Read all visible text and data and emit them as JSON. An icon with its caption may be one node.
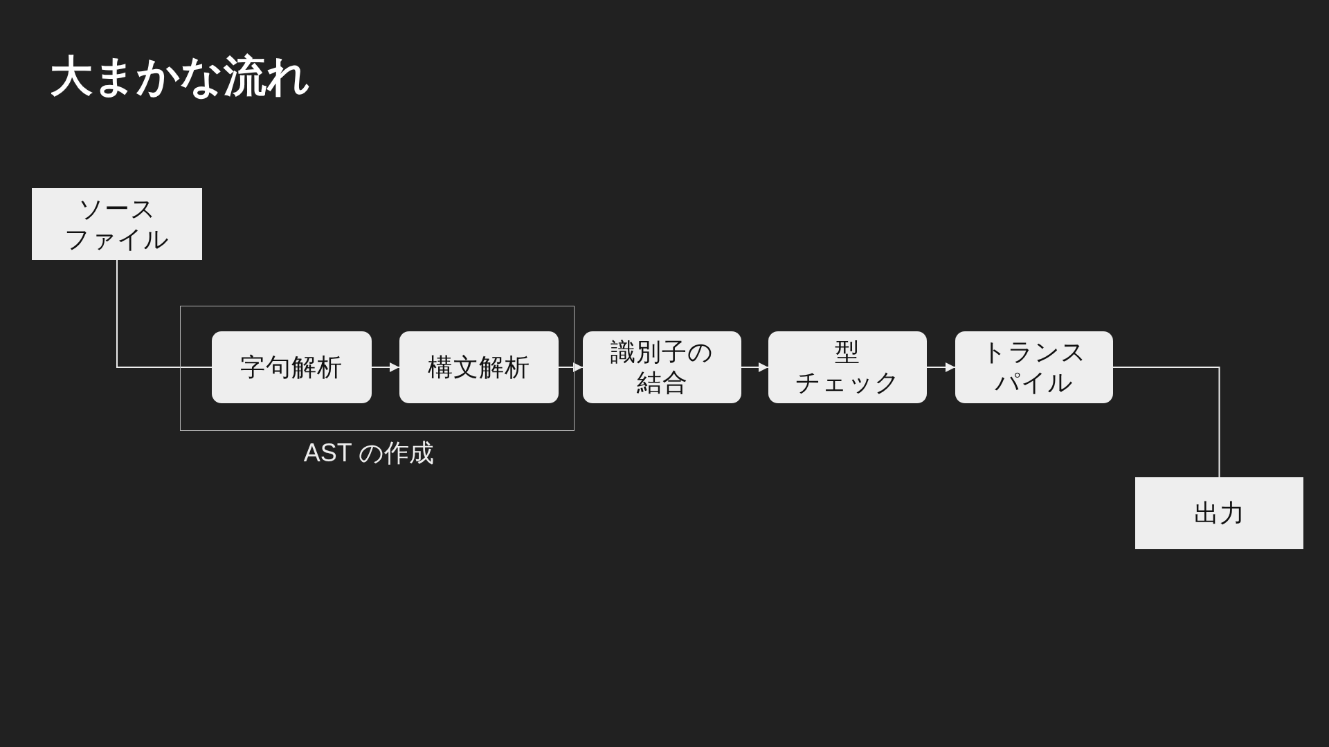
{
  "diagram": {
    "title": "大まかな流れ",
    "nodes": [
      {
        "text": [
          "ソースファイル"
        ]
      },
      {
        "text": [
          "AST の作成"
        ]
      },
      {
        "text": [
          "字句解析"
        ],
        "in": 1
      },
      {
        "text": [
          "構文解析"
        ],
        "in": 1
      },
      {
        "text": [
          "識別子の結合"
        ]
      },
      {
        "text": [
          "型チェック"
        ]
      },
      {
        "text": [
          "トランスパイル"
        ]
      },
      {
        "text": [
          "出力"
        ]
      }
    ],
    "edges": [
      {
        "from": 0,
        "to": 2,
        "arrow": "none"
      },
      {
        "from": 2,
        "to": 3,
        "arrow": "to"
      },
      {
        "from": 3,
        "to": 4,
        "arrow": "to"
      },
      {
        "from": 4,
        "to": 5,
        "arrow": "to"
      },
      {
        "from": 5,
        "to": 6,
        "arrow": "to"
      },
      {
        "from": 6,
        "to": 7,
        "arrow": "none"
      }
    ]
  }
}
